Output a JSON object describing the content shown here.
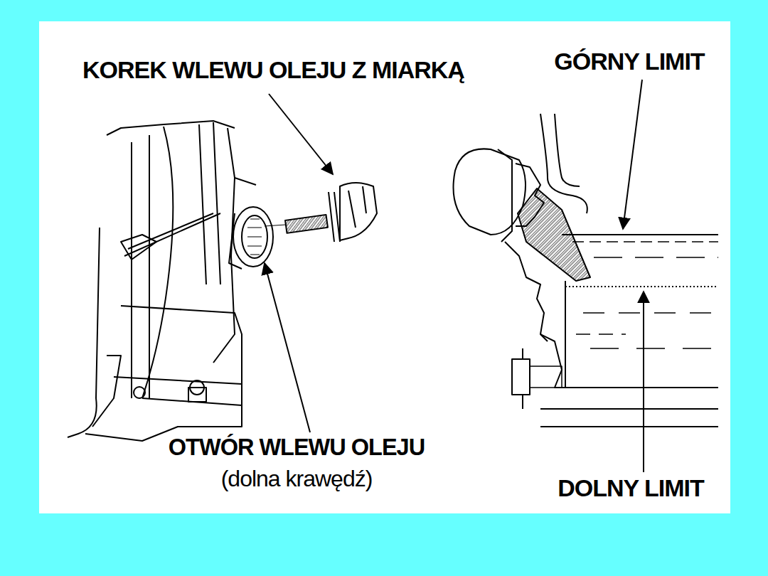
{
  "diagram": {
    "labels": [
      "KOREK WLEWU OLEJU Z MIARKĄ",
      "GÓRNY LIMIT",
      "OTWÓR WLEWU OLEJU",
      "(dolna krawędź)",
      "DOLNY LIMIT"
    ]
  }
}
